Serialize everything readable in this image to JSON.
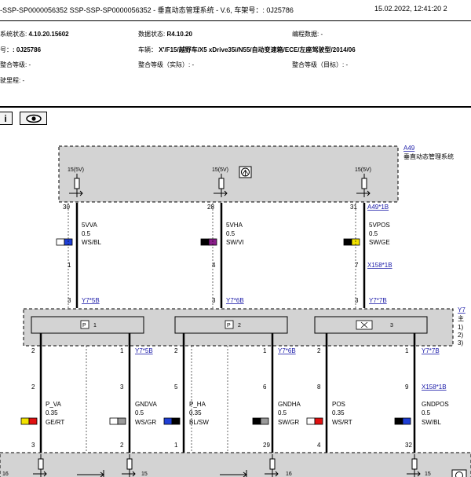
{
  "header": {
    "title": "-SSP-SP0000056352 SSP-SSP-SP0000056352 - 垂直动态管理系统 - V.6, 车架号：: 0J25786",
    "datetime": "15.02.2022, 12:41:20  2"
  },
  "info": {
    "system_state_label": "系统状态:",
    "system_state_value": "4.10.20.15602",
    "data_state_label": "数据状态:",
    "data_state_value": "R4.10.20",
    "programming_label": "编程数据: -",
    "vin_label": "号：",
    "vin_value": ": 0J25786",
    "vehicle_label": "车辆：",
    "vehicle_value": "X'/F15/越野车/X5 xDrive35i/N55/自动变速箱/ECE/左座驾驶型/2014/06",
    "level1": "整合等级: -",
    "level_actual": "整合等级（实际）: -",
    "level_target": "整合等级（目标）: -",
    "mileage": "驶里程: -"
  },
  "toolbar": {
    "info_label": "i"
  },
  "diagram": {
    "top_module": {
      "id": "A49",
      "name": "垂直动态管理系统",
      "connector_ref": "A49*1B"
    },
    "top_pins": [
      "15(5V)",
      "15(5V)",
      "15(5V)"
    ],
    "wires_upper": [
      {
        "top_pin": "30",
        "signal": "5VVA",
        "size": "0.5",
        "color": "WS/BL",
        "c1": "#ffffff",
        "c2": "#1f3fd6",
        "bottom_pin": "1",
        "sensor_pin": "3",
        "sensor_ref": "Y7*5B"
      },
      {
        "top_pin": "28",
        "signal": "5VHA",
        "size": "0.5",
        "color": "SW/VI",
        "c1": "#000000",
        "c2": "#8a1e8a",
        "bottom_pin": "4",
        "sensor_pin": "3",
        "sensor_ref": "Y7*6B"
      },
      {
        "top_pin": "31",
        "signal": "5VPOS",
        "size": "0.5",
        "color": "SW/GE",
        "c1": "#000000",
        "c2": "#f2e200",
        "bottom_pin": "7",
        "sensor_pin": "3",
        "sensor_ref": "Y7*7B"
      }
    ],
    "x158_ref": "X158*1B",
    "sensors": [
      {
        "label": "P",
        "num": "1"
      },
      {
        "label": "P",
        "num": "2"
      },
      {
        "label": "",
        "num": "3"
      }
    ],
    "sensor_refs": [
      "Y7*5B",
      "Y7*6B",
      "Y7*7B"
    ],
    "right_edge_label": {
      "id": "Y7",
      "line1": "主",
      "line2": "1)",
      "line3": "2)",
      "line4": "3)"
    },
    "wires_lower": [
      {
        "top_pin": "2",
        "bottom_pin": "3",
        "signal": "P_VA",
        "size": "0.35",
        "color": "GE/RT",
        "c1": "#f2e200",
        "c2": "#e01010",
        "module_pin": "3"
      },
      {
        "top_pin": "3",
        "bottom_pin": "2",
        "signal": "GNDVA",
        "size": "0.5",
        "color": "WS/GR",
        "c1": "#ffffff",
        "c2": "#9a9a9a",
        "module_pin": "2"
      },
      {
        "top_pin": "5",
        "bottom_pin": "1",
        "signal": "P_HA",
        "size": "0.35",
        "color": "BL/SW",
        "c1": "#1f3fd6",
        "c2": "#000000",
        "module_pin": "1"
      },
      {
        "top_pin": "6",
        "bottom_pin": "29",
        "signal": "GNDHA",
        "size": "0.5",
        "color": "SW/GR",
        "c1": "#000000",
        "c2": "#9a9a9a",
        "module_pin": "29"
      },
      {
        "top_pin": "8",
        "bottom_pin": "4",
        "signal": "POS",
        "size": "0.35",
        "color": "WS/RT",
        "c1": "#ffffff",
        "c2": "#e01010",
        "module_pin": "4"
      },
      {
        "top_pin": "9",
        "bottom_pin": "32",
        "signal": "GNDPOS",
        "size": "0.5",
        "color": "SW/BL",
        "c1": "#000000",
        "c2": "#1f3fd6",
        "module_pin": "32"
      }
    ],
    "sensor_pin_labels": [
      "2",
      "1",
      "2",
      "1",
      "2",
      "1"
    ],
    "lower_pin_labels": [
      "16",
      "15",
      "16",
      "15",
      "16"
    ]
  }
}
